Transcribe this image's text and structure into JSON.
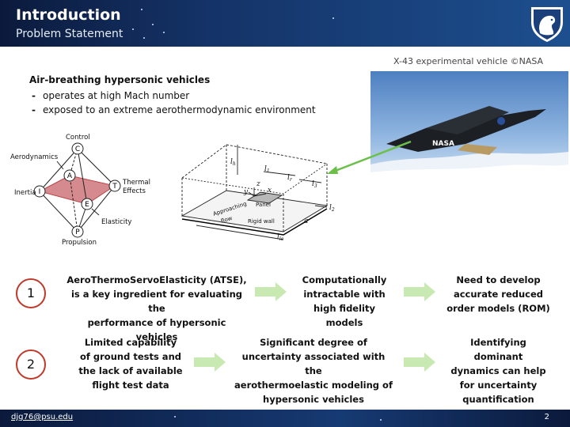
{
  "header": {
    "title": "Introduction",
    "subtitle": "Problem Statement"
  },
  "footer": {
    "email": "djg76@psu.edu",
    "page": "2"
  },
  "image": {
    "caption": "X-43 experimental vehicle ©NASA",
    "nasa_label": "NASA"
  },
  "bullets": {
    "heading": "Air-breathing hypersonic vehicles",
    "items": [
      "operates at high Mach number",
      "exposed to an extreme aerothermodynamic environment"
    ]
  },
  "atse_diagram": {
    "nodes": {
      "C": "C",
      "A": "A",
      "I": "I",
      "T": "T",
      "E": "E",
      "P": "P"
    },
    "labels": {
      "control": "Control",
      "aerodynamics": "Aerodynamics",
      "inertia": "Inertia",
      "thermal": "Thermal",
      "effects": "Effects",
      "elasticity": "Elasticity",
      "propulsion": "Propulsion"
    }
  },
  "panel_diagram": {
    "labels": {
      "lh": "l",
      "lh_sub": "h",
      "l1": "l",
      "l1_sub": "1",
      "lr": "l",
      "lr_sub": "r",
      "l3": "l",
      "l3_sub": "3",
      "l2": "l",
      "l2_sub": "2",
      "a": "a",
      "lle": "l",
      "lle_sub": "le",
      "z": "z",
      "y": "y",
      "x": "x",
      "panel": "Panel",
      "flow1": "Approaching",
      "flow2": "flow",
      "wall": "Rigid wall"
    }
  },
  "rows": [
    {
      "number": "1",
      "col1": [
        "AeroThermoServoElasticity (ATSE),",
        "is a key ingredient for evaluating the",
        "performance of hypersonic vehicles"
      ],
      "col2": [
        "Computationally",
        "intractable with",
        "high fidelity models"
      ],
      "col3": [
        "Need to develop",
        "accurate reduced",
        "order models (ROM)"
      ]
    },
    {
      "number": "2",
      "col1": [
        "Limited capability",
        "of ground tests and",
        "the lack of available",
        "flight test data"
      ],
      "col2": [
        "Significant degree of",
        "uncertainty associated with the",
        "aerothermoelastic modeling of",
        "hypersonic vehicles"
      ],
      "col3": [
        "Identifying dominant",
        "dynamics can help",
        "for uncertainty",
        "quantification"
      ]
    }
  ],
  "colors": {
    "accent_red": "#c0392b",
    "arrow_green": "#c8eab2",
    "header_navy": "#143266",
    "pointer_green": "#6cc04a"
  }
}
